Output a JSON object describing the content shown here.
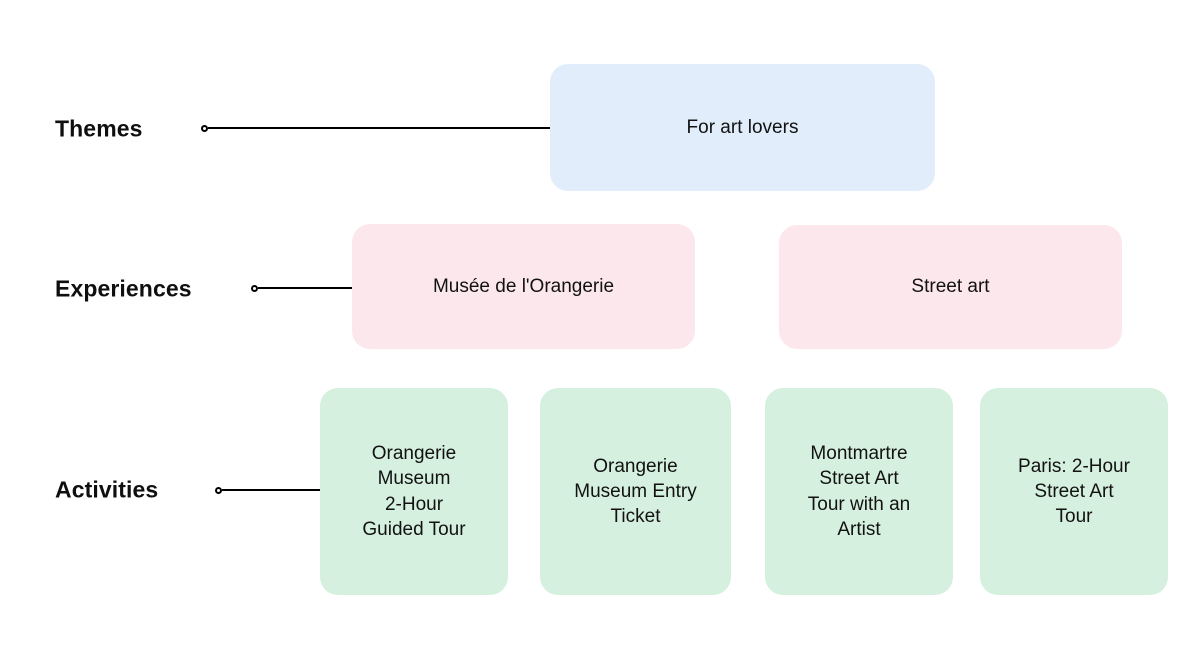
{
  "diagram": {
    "type": "hierarchy-tree",
    "background_color": "#ffffff",
    "rows": [
      {
        "key": "themes",
        "label": "Themes",
        "node_color": "#e1edfb",
        "nodes": [
          {
            "label": "For art lovers"
          }
        ]
      },
      {
        "key": "experiences",
        "label": "Experiences",
        "node_color": "#fce8ec",
        "nodes": [
          {
            "label": "Musée de l'Orangerie"
          },
          {
            "label": "Street art"
          }
        ]
      },
      {
        "key": "activities",
        "label": "Activities",
        "node_color": "#d5f0de",
        "nodes": [
          {
            "label": "Orangerie\nMuseum\n2-Hour\nGuided Tour"
          },
          {
            "label": "Orangerie\nMuseum Entry\nTicket"
          },
          {
            "label": "Montmartre\nStreet Art\nTour with an\nArtist"
          },
          {
            "label": "Paris: 2-Hour\nStreet Art\nTour"
          }
        ]
      }
    ],
    "connector_color": "#000000",
    "text_color": "#121212"
  }
}
